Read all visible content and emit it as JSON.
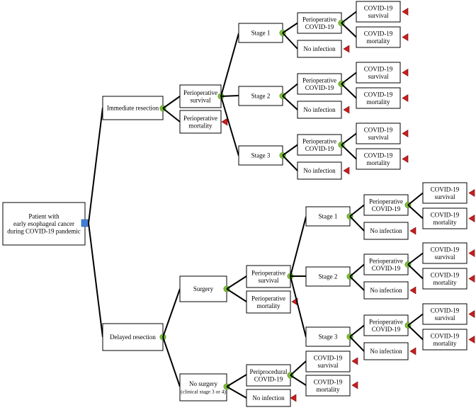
{
  "root": [
    "Patient with",
    "early esophageal cancer",
    "during COVID-19 pandemic"
  ],
  "immediate_resection": "Immediate resection",
  "delayed_resection": "Delayed resection",
  "surgery": "Surgery",
  "no_surgery": [
    "No surgery",
    "(clinical stage 3 or 4)"
  ],
  "perioperative_survival": [
    "Perioperative",
    "survival"
  ],
  "perioperative_mortality": [
    "Perioperative",
    "mortality"
  ],
  "periprocedural_covid": [
    "Periprocedural",
    "COVID-19"
  ],
  "perioperative_covid": [
    "Perioperative",
    "COVID-19"
  ],
  "covid_survival": [
    "COVID-19",
    "survival"
  ],
  "covid_mortality": [
    "COVID-19",
    "mortality"
  ],
  "no_infection": "No infection",
  "stages": [
    "Stage 1",
    "Stage 2",
    "Stage 3"
  ],
  "colors": {
    "chance": "#7cbf3a",
    "decision": "#3f7fd6",
    "terminal": "#c81e1e"
  }
}
